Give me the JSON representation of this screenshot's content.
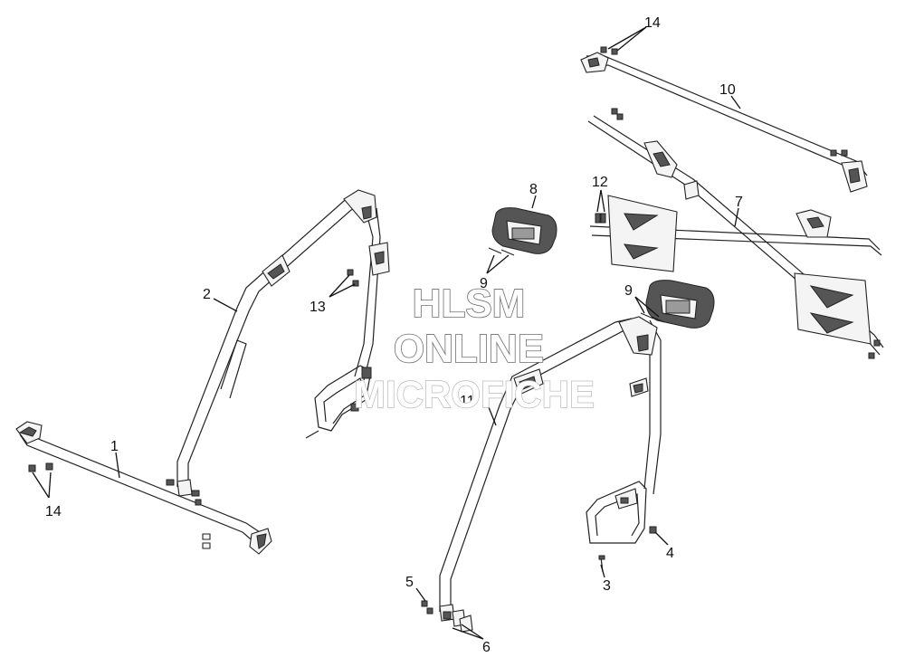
{
  "diagram": {
    "callouts": {
      "c1": "1",
      "c2": "2",
      "c3": "3",
      "c4": "4",
      "c5": "5",
      "c6": "6",
      "c7": "7",
      "c8": "8",
      "c9a": "9",
      "c9b": "9",
      "c10": "10",
      "c11": "11",
      "c12": "12",
      "c13": "13",
      "c14a": "14",
      "c14b": "14"
    }
  },
  "watermark": {
    "line1": "HLSM",
    "line2": "ONLINE",
    "line3": "MICROFICHE"
  }
}
